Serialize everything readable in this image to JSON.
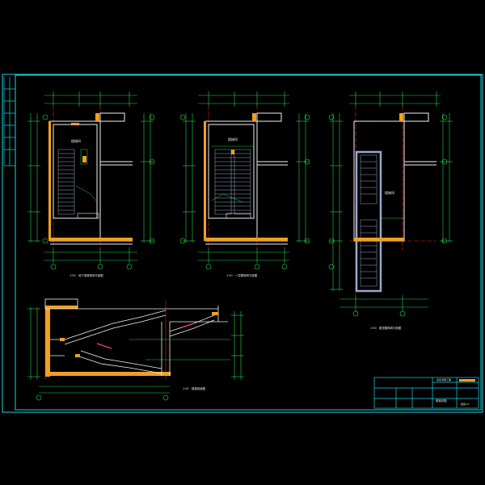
{
  "drawing": {
    "background": "#000000",
    "colors": {
      "frame": "#1fd3e0",
      "wall": "#f2f2f2",
      "dimension": "#22d64a",
      "axis": "#e02020",
      "hatch": "#f0a020",
      "text": "#e8e8e8",
      "accent": "#ff3aa0",
      "stair": "#9aa8c8"
    },
    "plan_labels": [
      "1:50　地下室楼梯间平面图",
      "1:50　一层楼梯间平面图",
      "1:50　屋顶楼梯间平面图"
    ],
    "section_label": "1:50　楼梯剖面图",
    "title_block": {
      "project": "某住宅楼工程",
      "sheet": "楼梯详图",
      "drawing_no": "结施-07"
    }
  }
}
